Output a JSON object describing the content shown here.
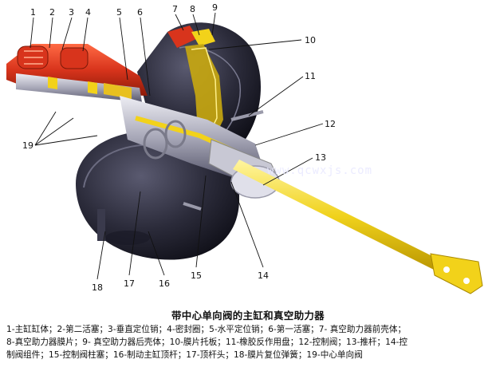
{
  "figure": {
    "title": "带中心单向阀的主缸和真空助力器",
    "watermark": "www.qcwxjs.com",
    "labels": [
      "1",
      "2",
      "3",
      "4",
      "5",
      "6",
      "7",
      "8",
      "9",
      "10",
      "11",
      "12",
      "13",
      "14",
      "15",
      "16",
      "17",
      "18",
      "19"
    ],
    "legend_lines": [
      "1-主缸缸体；2-第二活塞；3-垂直定位销；4-密封圈；5-水平定位销；6-第一活塞；7- 真空助力器前壳体；",
      "8-真空助力器膜片；9- 真空助力器后壳体；10-膜片托板；11-橡胶反作用盘；12-控制阀；13-推杆；14-控",
      "制阀组件；15-控制阀柱塞；16-制动主缸顶杆；17-顶杆头；18-膜片复位弹簧；19-中心单向阀"
    ]
  },
  "colors": {
    "cast_red": "#d8341c",
    "housing_dark": "#2a2a38",
    "rod_yellow": "#f2d21a",
    "steel": "#b8b8c4"
  }
}
